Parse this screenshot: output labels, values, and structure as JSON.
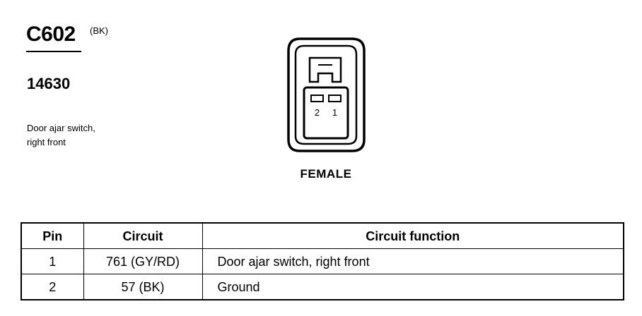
{
  "connector": {
    "id": "C602",
    "color_code": "(BK)",
    "part_number": "14630",
    "description_lines": [
      "Door ajar switch,",
      "right front"
    ],
    "gender": "FEMALE",
    "pin_labels": [
      "2",
      "1"
    ]
  },
  "pin_table": {
    "headers": [
      "Pin",
      "Circuit",
      "Circuit function"
    ],
    "rows": [
      {
        "pin": "1",
        "circuit": "761 (GY/RD)",
        "function": "Door ajar switch, right front"
      },
      {
        "pin": "2",
        "circuit": "57 (BK)",
        "function": "Ground"
      }
    ]
  }
}
